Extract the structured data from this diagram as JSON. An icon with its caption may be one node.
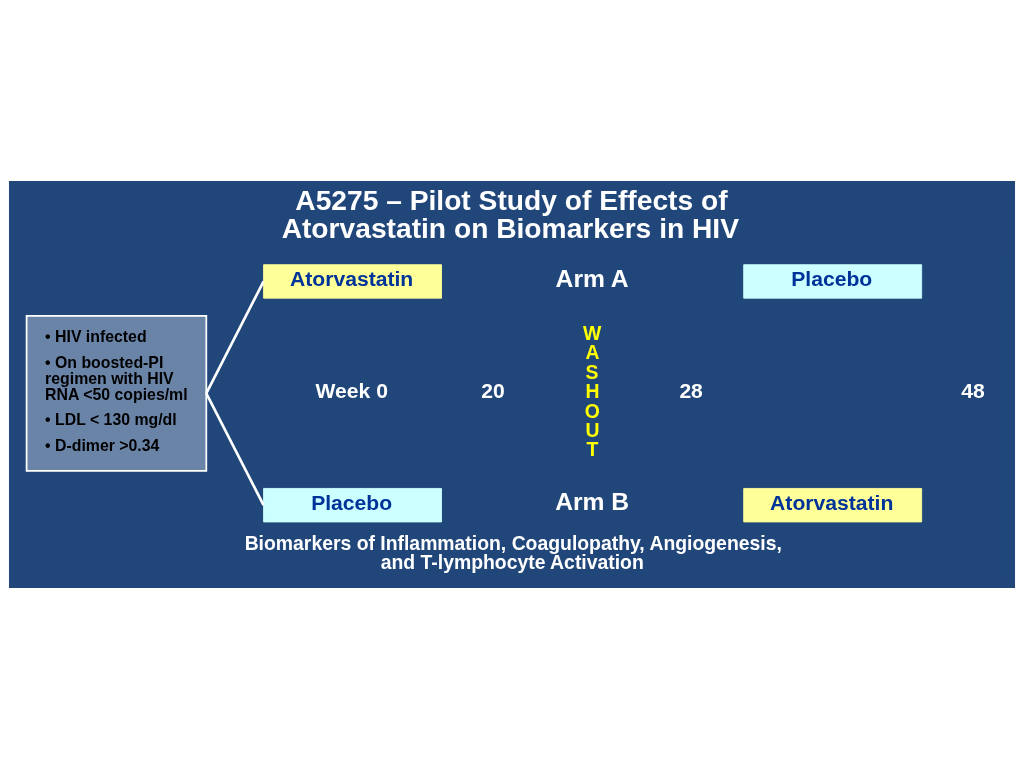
{
  "diagram": {
    "title": "A5275 – Pilot Study of Effects of Atorvastatin on Biomarkers in HIV",
    "caption": "Biomarkers of Inflammation, Coagulopathy, Angiogenesis, and T-lymphocyte Activation",
    "nodes": [
      {
        "text": [
          "• HIV infected",
          "• On boosted-PI regimen with HIV RNA <50 copies/ml",
          "• LDL < 130 mg/dl",
          "• D-dimer >0.34"
        ]
      },
      {
        "text": [
          "Atorvastatin"
        ]
      },
      {
        "text": [
          "Placebo"
        ]
      },
      {
        "text": [
          "Placebo"
        ]
      },
      {
        "text": [
          "Atorvastatin"
        ]
      }
    ],
    "edges": [
      {
        "from": 0,
        "to": 1,
        "arrow": "none"
      },
      {
        "from": 0,
        "to": 3,
        "arrow": "none"
      }
    ],
    "labels": [
      "Arm A",
      "W A S H O U T",
      "Week 0",
      "20",
      "28",
      "48",
      "Arm B"
    ]
  }
}
